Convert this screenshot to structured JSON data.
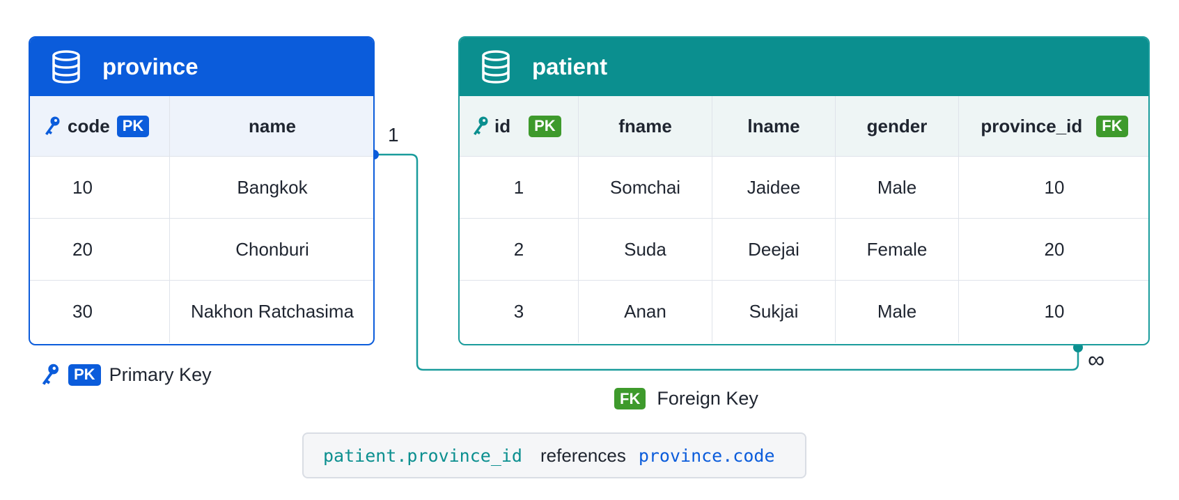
{
  "colors": {
    "province_accent": "#0b5cdb",
    "patient_accent": "#0b8f8f",
    "pk_badge": "#0b5cdb",
    "fk_badge": "#3e9a2c",
    "relation_line": "#1a9c9c"
  },
  "province": {
    "title": "province",
    "icon": "database-icon",
    "columns": [
      {
        "label": "code",
        "key": "PK",
        "icon": "key-icon"
      },
      {
        "label": "name"
      }
    ],
    "rows": [
      [
        "10",
        "Bangkok"
      ],
      [
        "20",
        "Chonburi"
      ],
      [
        "30",
        "Nakhon Ratchasima"
      ]
    ]
  },
  "patient": {
    "title": "patient",
    "icon": "database-icon",
    "columns": [
      {
        "label": "id",
        "key": "PK",
        "icon": "key-icon"
      },
      {
        "label": "fname"
      },
      {
        "label": "lname"
      },
      {
        "label": "gender"
      },
      {
        "label": "province_id",
        "key": "FK"
      }
    ],
    "rows": [
      [
        "1",
        "Somchai",
        "Jaidee",
        "Male",
        "10"
      ],
      [
        "2",
        "Suda",
        "Deejai",
        "Female",
        "20"
      ],
      [
        "3",
        "Anan",
        "Sukjai",
        "Male",
        "10"
      ]
    ]
  },
  "relationship": {
    "one_label": "1",
    "many_label": "∞"
  },
  "legend": {
    "pk_badge": "PK",
    "pk_label": "Primary Key",
    "fk_badge": "FK",
    "fk_label": "Foreign Key"
  },
  "reference": {
    "source": "patient.province_id",
    "verb": "references",
    "target": "province.code"
  }
}
